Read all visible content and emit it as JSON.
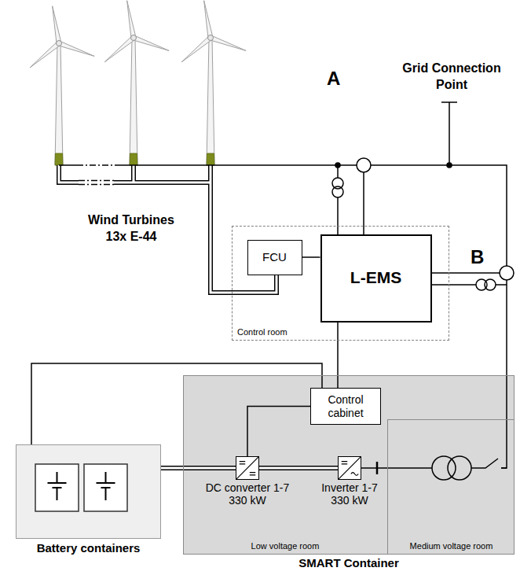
{
  "diagram": {
    "nodes": [
      {
        "text": [
          "Control room"
        ]
      },
      {
        "text": [
          "FCU"
        ],
        "in": 0
      },
      {
        "text": [
          "L-EMS"
        ],
        "in": 0
      },
      {
        "text": [
          "SMART Container"
        ]
      },
      {
        "text": [
          "Low voltage room"
        ],
        "in": 3
      },
      {
        "text": [
          "Medium voltage room"
        ],
        "in": 3
      },
      {
        "text": [
          "Control cabinet"
        ],
        "in": 4
      },
      {
        "text": [
          "DC converter 1-7",
          "330 kW"
        ],
        "in": 4
      },
      {
        "text": [
          "Inverter 1-7",
          "330 kW"
        ],
        "in": 4
      },
      {
        "text": [
          "Battery containers"
        ]
      }
    ],
    "edges": [
      {
        "from": 1,
        "to": 2,
        "arrow": "none"
      },
      {
        "from": 2,
        "to": 6,
        "arrow": "none"
      },
      {
        "from": 6,
        "to": 7,
        "arrow": "none"
      },
      {
        "from": 9,
        "to": 6,
        "arrow": "none"
      },
      {
        "from": 9,
        "to": 7,
        "arrow": "none"
      },
      {
        "from": 7,
        "to": 8,
        "arrow": "none"
      }
    ],
    "labels": [
      "Wind Turbines 13x E-44",
      "Grid Connection Point",
      "A",
      "B"
    ]
  }
}
